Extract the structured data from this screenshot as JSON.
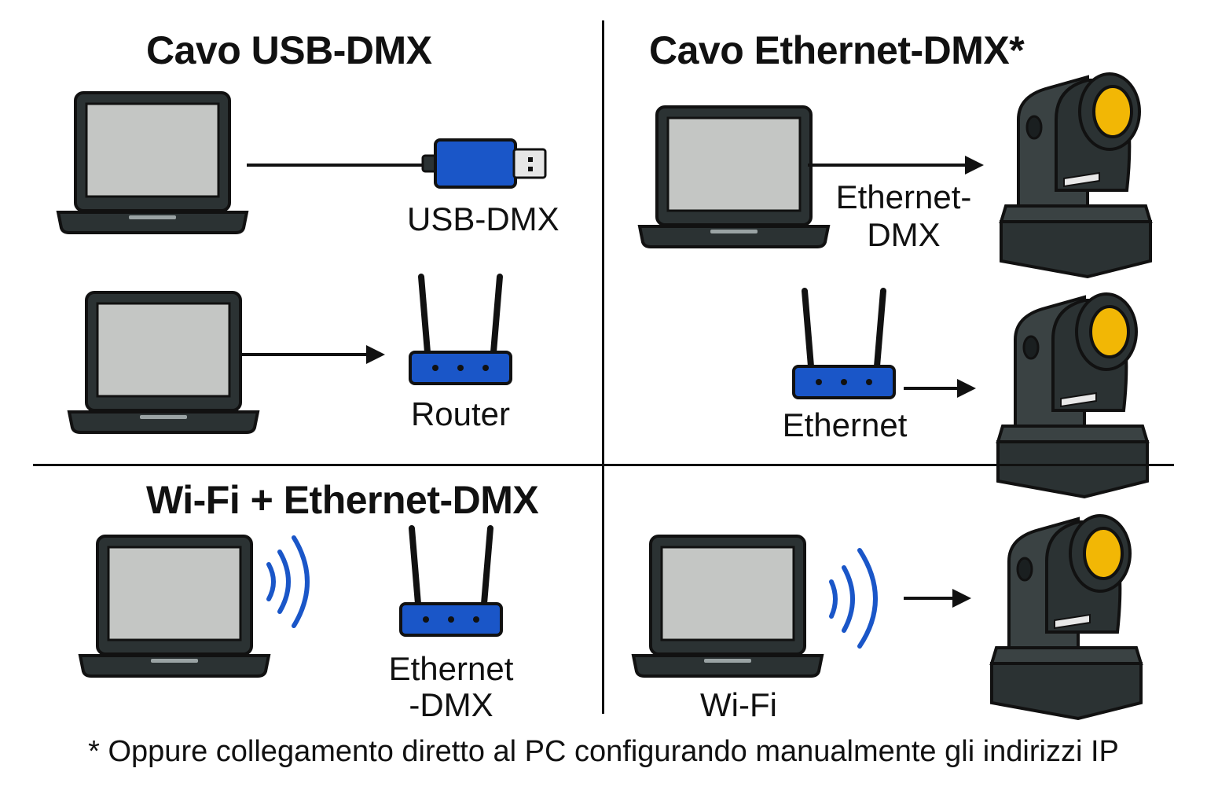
{
  "panels": {
    "usb": {
      "title": "Cavo USB-DMX",
      "usb_label": "USB-DMX",
      "router_label": "Router"
    },
    "ethernet": {
      "title": "Cavo Ethernet-DMX*",
      "cable_label_1": "Ethernet-",
      "cable_label_2": "DMX",
      "router_label": "Ethernet"
    },
    "wifi_ethernet": {
      "title": "Wi-Fi + Ethernet-DMX",
      "router_label_1": "Ethernet",
      "router_label_2": "-DMX"
    },
    "wifi": {
      "label": "Wi-Fi"
    }
  },
  "footnote": "* Oppure collegamento diretto al PC configurando manualmente gli indirizzi IP",
  "colors": {
    "device_dark": "#2b3233",
    "screen": "#c4c6c4",
    "accent_blue": "#1a56c8",
    "lens_yellow": "#f2b705"
  }
}
